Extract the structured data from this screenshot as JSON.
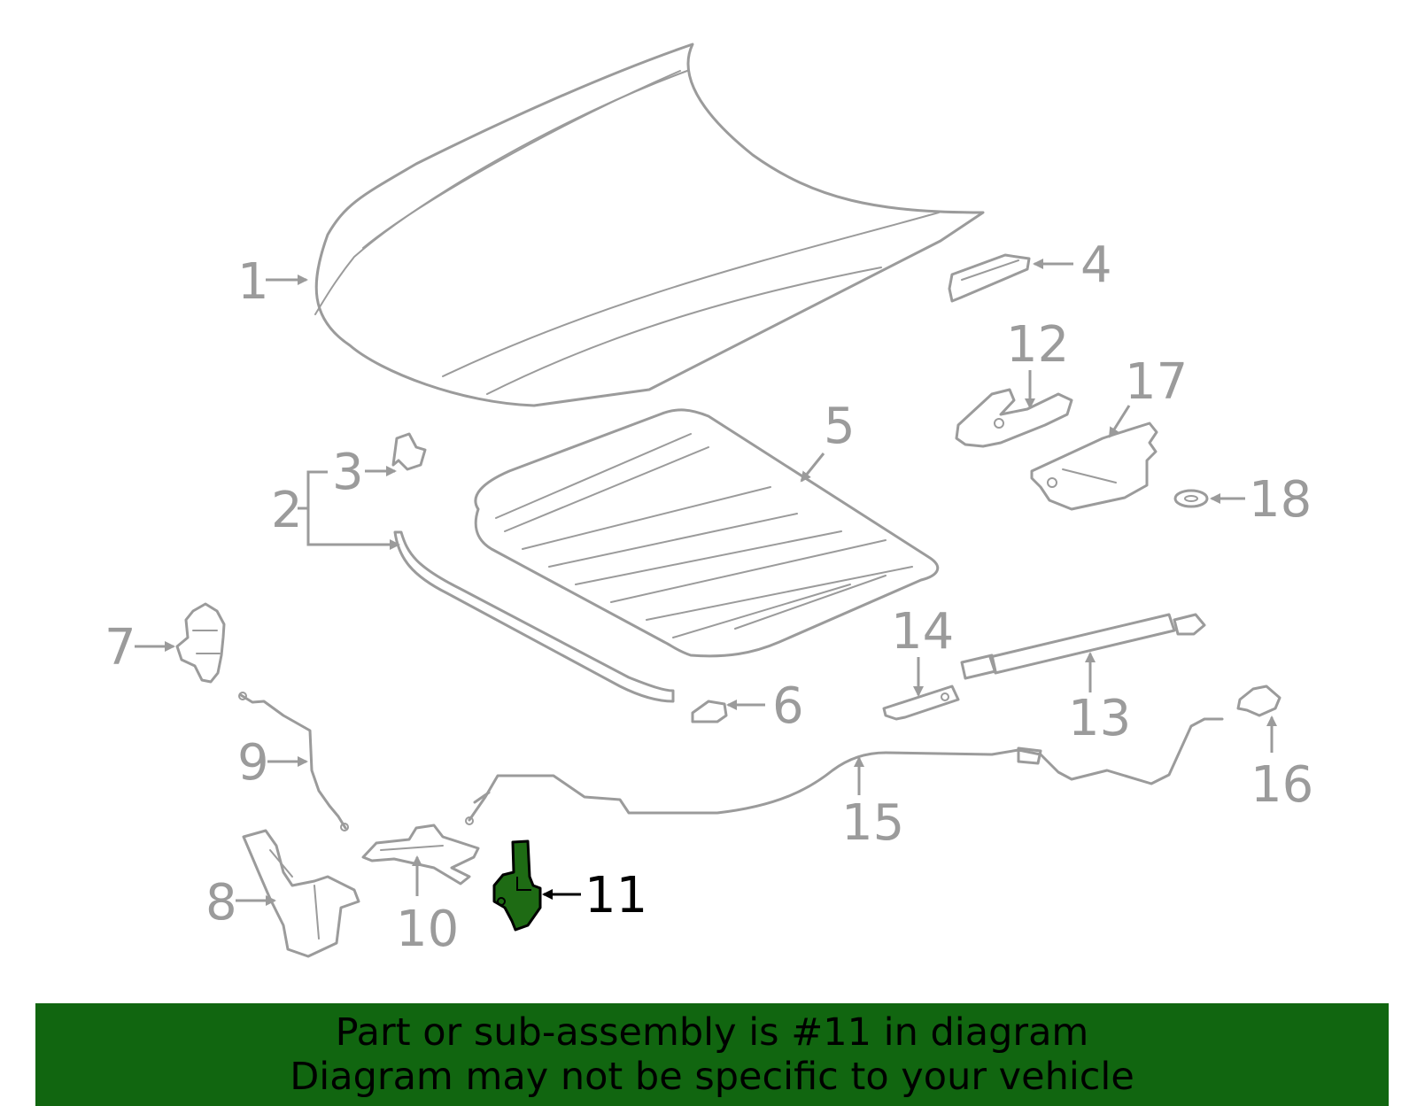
{
  "callouts": {
    "c1": "1",
    "c2": "2",
    "c3": "3",
    "c4": "4",
    "c5": "5",
    "c6": "6",
    "c7": "7",
    "c8": "8",
    "c9": "9",
    "c10": "10",
    "c11": "11",
    "c12": "12",
    "c13": "13",
    "c14": "14",
    "c15": "15",
    "c16": "16",
    "c17": "17",
    "c18": "18"
  },
  "highlight": {
    "part_number": "11",
    "color": "#1e6b14"
  },
  "banner": {
    "line1": "Part or sub-assembly is #11 in diagram",
    "line2": "Diagram may not be specific to your vehicle",
    "background": "#116610"
  },
  "colors": {
    "part_stroke": "#9b9b9b",
    "highlight_stroke": "#000000"
  }
}
